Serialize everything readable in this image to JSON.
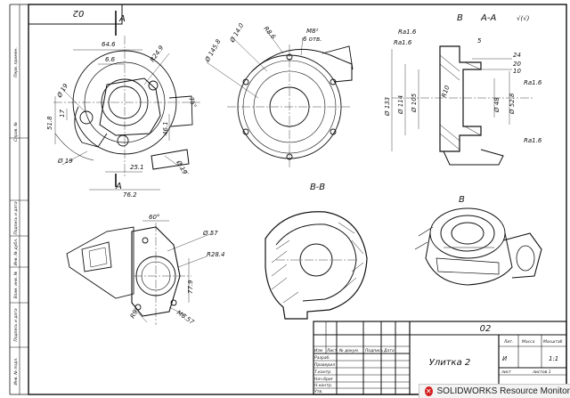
{
  "drawing": {
    "code_top": "02",
    "code_titleblock": "02",
    "part_name": "Улитка 2",
    "scale": "1:1",
    "stage_letter": "И",
    "sheet_text": "лист",
    "sheets_text": "листов 1"
  },
  "titleblock_headers": {
    "izm": "Изм",
    "list": "Лист",
    "doc": "№ докум.",
    "sign": "Подпись",
    "date": "Дата",
    "lit": "Лит.",
    "mass": "Масса",
    "masshtab": "Масштаб"
  },
  "titleblock_roles": [
    "Разраб.",
    "Проверил",
    "Т.контр.",
    "Нач.бриг",
    "Н.контр.",
    "Утв."
  ],
  "left_strip": [
    "Перв. примен.",
    "Справ. №",
    "Подпись и дата",
    "Инв. № дубл.",
    "Взам. инв. №",
    "Подпись и дата",
    "Инв. № подл."
  ],
  "views": {
    "section_label": "B-B",
    "view_a": "A-A",
    "view_b": "B",
    "view_b_top": "B",
    "cut_a": "A"
  },
  "dims_front": {
    "d646": "64.6",
    "d66": "6.6",
    "r249": "R24.9",
    "d19a": "Ø 19",
    "d17": "17",
    "d518": "51.8",
    "d19b": "Ø 19",
    "d461": "46.1",
    "d251": "25.1",
    "d762": "76.2",
    "d19c": "Ø 19",
    "ang75": "75°"
  },
  "dims_top": {
    "d140": "Ø 14.0",
    "r86": "R8.6",
    "m8": "M8²",
    "m8b": "6 отв.",
    "d1458": "Ø 145.8"
  },
  "dims_section": {
    "ra1": "Ra1.6",
    "ra2": "Ra1.6",
    "ra3": "Ra1.6",
    "ra4": "Ra1.6",
    "roughness_general": "√(√)",
    "s5": "5",
    "s24": "24",
    "s10": "10",
    "s20": "20",
    "d133": "Ø 133",
    "d114": "Ø 114",
    "d105": "Ø 105",
    "r10": "R10",
    "d48": "Ø 48",
    "d528": "Ø 52.8"
  },
  "dims_bottom": {
    "ang60": "60°",
    "d57": "Ø 57",
    "r284": "R28.4",
    "d779": "77.9",
    "r9": "R9",
    "m657": "M6.57"
  },
  "notification": {
    "app": "SOLIDWORKS Resource Monitor"
  }
}
